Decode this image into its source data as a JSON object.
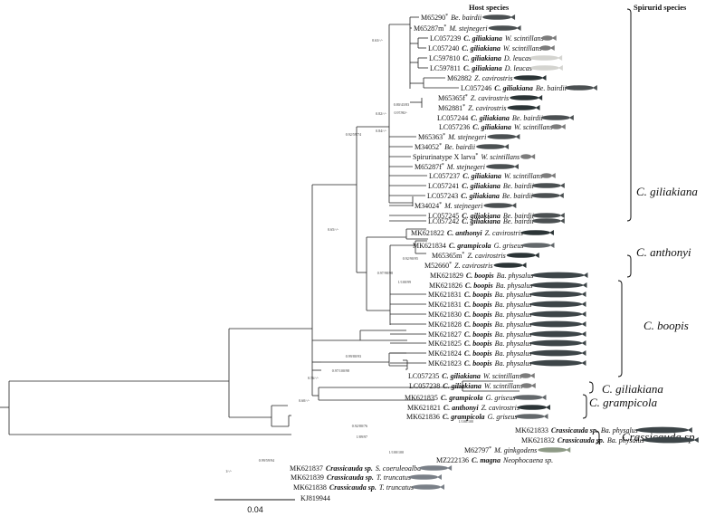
{
  "headers": {
    "host": "Host species",
    "spirurid": "Spirurid species"
  },
  "tips": [
    {
      "id": "M65290",
      "sup": "*",
      "sp": "",
      "host": "Be. bairdii",
      "whale": "beaked"
    },
    {
      "id": "M65287m",
      "sup": "*",
      "sp": "",
      "host": "M. stejnegeri",
      "whale": "beaked"
    },
    {
      "id": "LC057239",
      "sp": "C. giliakiana",
      "host": "W. scintillans",
      "whale": "squid"
    },
    {
      "id": "LC057240",
      "sp": "C. giliakiana",
      "host": "W. scintillans",
      "whale": "squid"
    },
    {
      "id": "LC597810",
      "sp": "C. giliakiana",
      "host": "D. leucas",
      "whale": "beluga"
    },
    {
      "id": "LC597811",
      "sp": "C. giliakiana",
      "host": "D. leucas",
      "whale": "beluga"
    },
    {
      "id": "M62882",
      "sp": "",
      "host": "Z. cavirostris",
      "whale": "ziphius"
    },
    {
      "id": "LC057246",
      "sp": "C. giliakiana",
      "host": "Be. bairdii",
      "whale": "beaked"
    },
    {
      "id": "M65365f",
      "sup": "*",
      "sp": "",
      "host": "Z. cavirostris",
      "whale": "ziphius"
    },
    {
      "id": "M62881",
      "sup": "*",
      "sp": "",
      "host": "Z. cavirostris",
      "whale": "ziphius"
    },
    {
      "id": "LC057244",
      "sp": "C. giliakiana",
      "host": "Be. bairdii",
      "whale": "beaked"
    },
    {
      "id": "LC057236",
      "sp": "C. giliakiana",
      "host": "W. scintillans",
      "whale": "squid"
    },
    {
      "id": "M65363",
      "sup": "*",
      "sp": "",
      "host": "M. stejnegeri",
      "whale": "beaked"
    },
    {
      "id": "M34052",
      "sup": "*",
      "sp": "",
      "host": "Be. bairdii",
      "whale": "beaked"
    },
    {
      "id": "Spirurinatype X larva",
      "sup": "*",
      "sp": "",
      "host": "W. scintillans",
      "whale": "squid"
    },
    {
      "id": "M65287f",
      "sup": "*",
      "sp": "",
      "host": "M. stejnegeri",
      "whale": "beaked"
    },
    {
      "id": "LC057237",
      "sp": "C. giliakiana",
      "host": "W. scintillans",
      "whale": "squid"
    },
    {
      "id": "LC057241",
      "sp": "C. giliakiana",
      "host": "Be. bairdii",
      "whale": "beaked"
    },
    {
      "id": "LC057243",
      "sp": "C. giliakiana",
      "host": "Be. bairdii",
      "whale": "beaked"
    },
    {
      "id": "M34024",
      "sup": "*",
      "sp": "",
      "host": "M. stejnegeri",
      "whale": "beaked"
    },
    {
      "id": "LC057245",
      "sp": "C. giliakiana",
      "host": "Be. bairdii",
      "whale": "beaked"
    },
    {
      "id": "LC057242",
      "sp": "C. giliakiana",
      "host": "Be. bairdii",
      "whale": "beaked"
    },
    {
      "id": "MK621822",
      "sp": "C. anthonyi",
      "host": "Z. cavirostris",
      "whale": "ziphius"
    },
    {
      "id": "MK621834",
      "sp": "C. grampicola",
      "host": "G. griseus",
      "whale": "grampus"
    },
    {
      "id": "M65365m",
      "sup": "*",
      "sp": "",
      "host": "Z. cavirostris",
      "whale": "ziphius"
    },
    {
      "id": "M52660",
      "sup": "*",
      "sp": "",
      "host": "Z. cavirostris",
      "whale": "ziphius"
    },
    {
      "id": "MK621829",
      "sp": "C. boopis",
      "host": "Ba. physalus",
      "whale": "fin"
    },
    {
      "id": "MK621826",
      "sp": "C. boopis",
      "host": "Ba. physalus",
      "whale": "fin"
    },
    {
      "id": "MK621831",
      "sp": "C. boopis",
      "host": "Ba. physalus",
      "whale": "fin"
    },
    {
      "id": "MK621831",
      "sp": "C. boopis",
      "host": "Ba. physalus",
      "whale": "fin"
    },
    {
      "id": "MK621830",
      "sp": "C. boopis",
      "host": "Ba. physalus",
      "whale": "fin"
    },
    {
      "id": "MK621828",
      "sp": "C. boopis",
      "host": "Ba. physalus",
      "whale": "fin"
    },
    {
      "id": "MK621827",
      "sp": "C. boopis",
      "host": "Ba. physalus",
      "whale": "fin"
    },
    {
      "id": "MK621825",
      "sp": "C. boopis",
      "host": "Ba. physalus",
      "whale": "fin"
    },
    {
      "id": "MK621824",
      "sp": "C. boopis",
      "host": "Ba. physalus",
      "whale": "fin"
    },
    {
      "id": "MK621823",
      "sp": "C. boopis",
      "host": "Ba. physalus",
      "whale": "fin"
    },
    {
      "id": "LC057235",
      "sp": "C. giliakiana",
      "host": "W. scintillans",
      "whale": "squid"
    },
    {
      "id": "LC057238",
      "sp": "C. giliakiana",
      "host": "W. scintillans",
      "whale": "squid"
    },
    {
      "id": "MK621835",
      "sp": "C. grampicola",
      "host": "G. griseus",
      "whale": "grampus"
    },
    {
      "id": "MK621821",
      "sp": "C. anthonyi",
      "host": "Z. cavirostris",
      "whale": "ziphius"
    },
    {
      "id": "MK621836",
      "sp": "C. grampicola",
      "host": "G. griseus",
      "whale": "grampus"
    },
    {
      "id": "MK621833",
      "sp": "Crassicauda sp.",
      "host": "Ba. physalus",
      "whale": "fin"
    },
    {
      "id": "MK621832",
      "sp": "Crassicauda sp.",
      "host": "Ba. physalus",
      "whale": "fin"
    },
    {
      "id": "M62797",
      "sup": "*",
      "sp": "",
      "host": "M. ginkgodens",
      "whale": "mesoplodon"
    },
    {
      "id": "MZ222136",
      "sp": "C. magna",
      "host": "Neophocaena sp.",
      "whale": "none"
    },
    {
      "id": "MK621837",
      "sp": "Crassicauda sp.",
      "host": "S. coeruleoalba",
      "whale": "dolphin"
    },
    {
      "id": "MK621839",
      "sp": "Crassicauda sp.",
      "host": "T. truncatus",
      "whale": "dolphin"
    },
    {
      "id": "MK621838",
      "sp": "Crassicauda sp.",
      "host": "T. truncatus",
      "whale": "dolphin"
    },
    {
      "id": "KJ819944",
      "sp": "",
      "host": "",
      "whale": "none"
    }
  ],
  "support": [
    "0.63/-/-",
    "0.80/43/83",
    "0.97/80/-",
    "0.82/-/-",
    "0.84/-/-",
    "0.92/59/74",
    "0.65/-/-",
    "0.92/90/95",
    "0.97/98/98",
    "1/100/99",
    "0.99/80/93",
    "0.97/100/98",
    "0.56/-/-",
    "0.60/-/-",
    "1/100/100",
    "0.92/80/76",
    "1/89/97",
    "1/100/100",
    "1/-/-",
    "0.99/59/94"
  ],
  "clades": [
    {
      "label": "C. giliakiana"
    },
    {
      "label": "C. anthonyi"
    },
    {
      "label": "C. boopis"
    },
    {
      "label": "C. giliakiana"
    },
    {
      "label": "C. grampicola"
    },
    {
      "label": "Crassicauda sp."
    }
  ],
  "scale_label": "0.04",
  "colors": {
    "beaked": "#4b5052",
    "ziphius": "#2b3436",
    "squid": "#7c7c7c",
    "beluga": "#d4d4d0",
    "grampus": "#63686b",
    "fin": "#3d4548",
    "mesoplodon": "#8e9a86",
    "dolphin": "#7a8088"
  }
}
